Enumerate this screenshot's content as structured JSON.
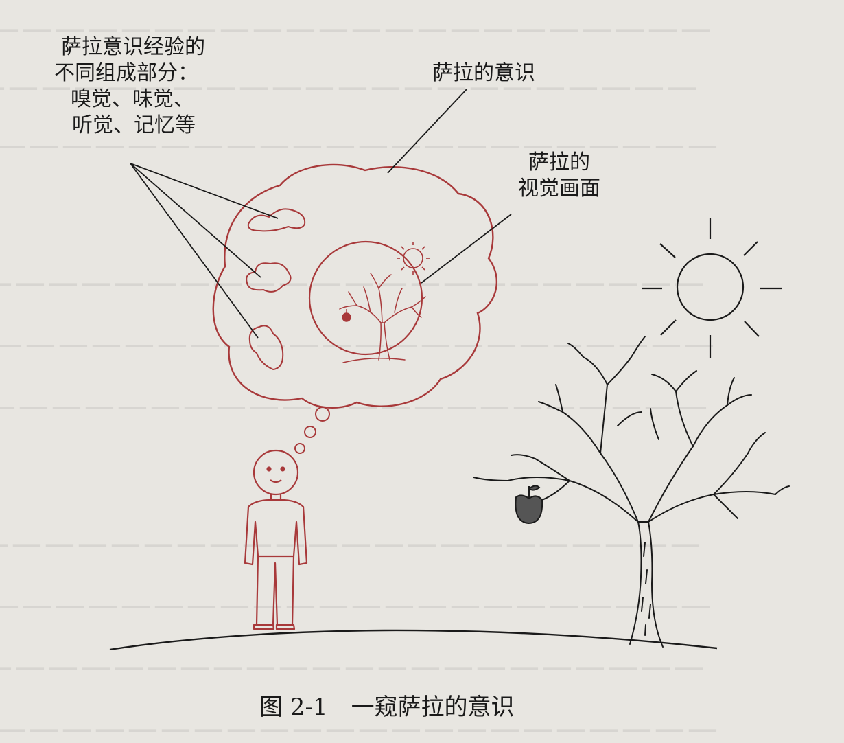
{
  "labels": {
    "components_line1": "萨拉意识经验的",
    "components_line2": "不同组成部分：",
    "components_line3": "嗅觉、味觉、",
    "components_line4": "听觉、记忆等",
    "consciousness": "萨拉的意识",
    "visual_line1": "萨拉的",
    "visual_line2": "视觉画面"
  },
  "caption": {
    "number": "图 2-1",
    "title": "一窥萨拉的意识"
  },
  "colors": {
    "page": "#e8e6e1",
    "ink": "#1a1a1a",
    "thought_red": "#a8393a",
    "bleed_text": "rgba(70,70,70,0.10)"
  }
}
